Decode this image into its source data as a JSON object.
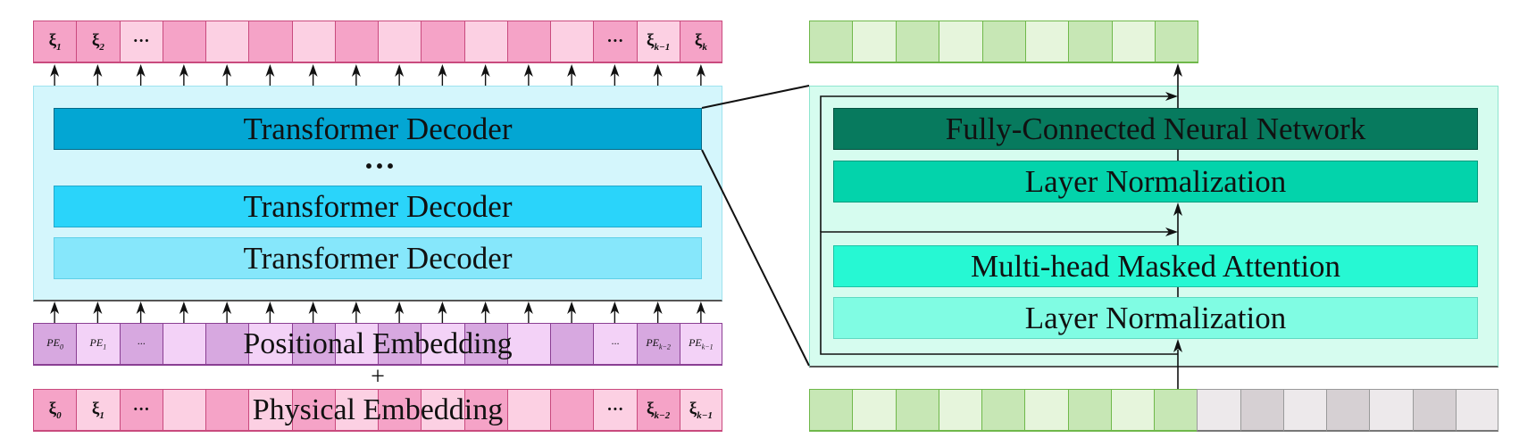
{
  "colors": {
    "pink_dark": "#f5a3c7",
    "pink_light": "#fcd0e3",
    "pink_border": "#c94a7e",
    "purple_dark": "#d7a8e0",
    "purple_light": "#f3d2f7",
    "purple_border": "#8a3f93",
    "green_dark": "#c7e7b5",
    "green_light": "#e6f5dc",
    "green_border": "#6fb84a",
    "gray_dark": "#d6d0d3",
    "gray_light": "#ede9eb",
    "gray_border": "#9a9a9a",
    "decoder_panel": "#d4f6fc",
    "decoder_top": "#03a6d3",
    "decoder_mid": "#2ad4fa",
    "decoder_bottom": "#86e7fb",
    "detail_panel": "#d6fcef",
    "fc_network": "#077a5e",
    "layer_norm_top": "#03d3ab",
    "attention": "#26f8d3",
    "layer_norm_bottom": "#80fce3"
  },
  "left": {
    "output_tokens": [
      "ξ",
      "ξ",
      "···",
      "",
      "",
      "",
      "",
      "",
      "",
      "",
      "",
      "",
      "",
      "···",
      "ξ",
      "ξ"
    ],
    "output_subs": [
      "1",
      "2",
      "",
      "",
      "",
      "",
      "",
      "",
      "",
      "",
      "",
      "",
      "",
      "",
      "k−1",
      "k"
    ],
    "decoders": {
      "top": "Transformer Decoder",
      "ellipsis": "···",
      "mid": "Transformer Decoder",
      "bottom": "Transformer Decoder"
    },
    "pe_tokens": [
      "PE",
      "PE",
      "···",
      "",
      "",
      "",
      "",
      "",
      "",
      "",
      "",
      "",
      "",
      "···",
      "PE",
      "PE"
    ],
    "pe_subs": [
      "0",
      "1",
      "",
      "",
      "",
      "",
      "",
      "",
      "",
      "",
      "",
      "",
      "",
      "",
      "k−2",
      "k−1"
    ],
    "positional_label": "Positional Embedding",
    "plus": "+",
    "phys_tokens": [
      "ξ",
      "ξ",
      "···",
      "",
      "",
      "",
      "",
      "",
      "",
      "",
      "",
      "",
      "",
      "···",
      "ξ",
      "ξ"
    ],
    "phys_subs": [
      "0",
      "1",
      "",
      "",
      "",
      "",
      "",
      "",
      "",
      "",
      "",
      "",
      "",
      "",
      "k−2",
      "k−1"
    ],
    "physical_label": "Physical Embedding"
  },
  "right": {
    "fc": "Fully-Connected Neural Network",
    "ln_top": "Layer Normalization",
    "attention": "Multi-head Masked Attention",
    "ln_bottom": "Layer Normalization"
  }
}
